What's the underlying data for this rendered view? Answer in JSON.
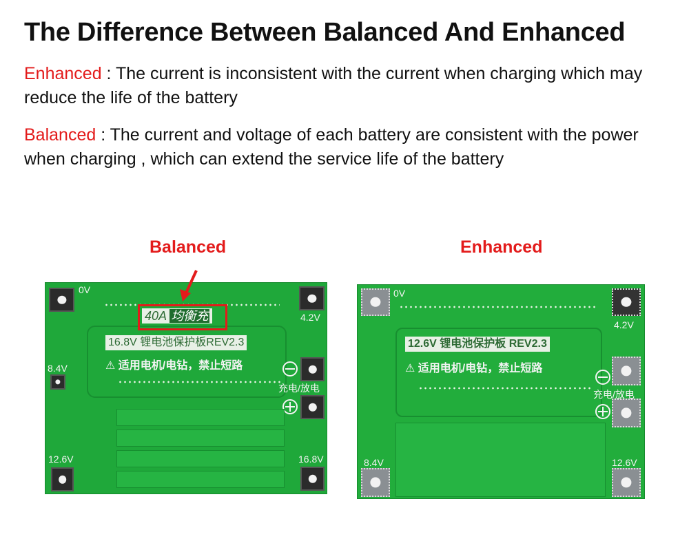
{
  "title": "The Difference Between Balanced And Enhanced",
  "enhanced_para": {
    "term": "Enhanced",
    "text": " : The current is inconsistent with the current when charging which may reduce the life of the battery"
  },
  "balanced_para": {
    "term": "Balanced",
    "text": " : The current and voltage of each battery are consistent with the power when charging , which can extend the service life of the battery"
  },
  "balanced_board": {
    "caption": "Balanced",
    "highlight": {
      "value": "40A",
      "text": "均衡充"
    },
    "label": "16.8V 锂电池保护板REV2.3",
    "warning": "适用电机/电钻，禁止短路",
    "pads": {
      "tl": "0V",
      "tr": "4.2V",
      "ml": "8.4V",
      "bl": "12.6V",
      "br": "16.8V",
      "charge": "充电/放电"
    }
  },
  "enhanced_board": {
    "caption": "Enhanced",
    "label": "12.6V 锂电池保护板 REV2.3",
    "warning": "适用电机/电钻，禁止短路",
    "pads": {
      "tl": "0V",
      "tr": "4.2V",
      "bl": "8.4V",
      "br": "12.6V",
      "charge": "充电/放电"
    }
  },
  "colors": {
    "accent": "#e31b1b",
    "pcb": "#1fa83a"
  }
}
